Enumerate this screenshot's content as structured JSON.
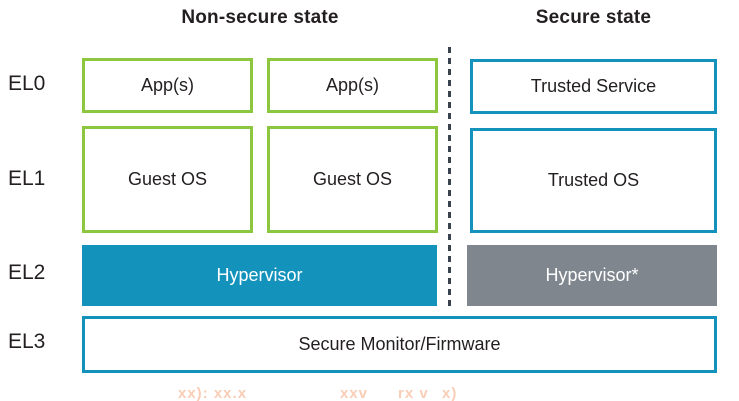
{
  "headers": {
    "non_secure": "Non-secure state",
    "secure": "Secure state"
  },
  "labels": {
    "el0": "EL0",
    "el1": "EL1",
    "el2": "EL2",
    "el3": "EL3"
  },
  "boxes": {
    "app1": "App(s)",
    "app2": "App(s)",
    "trusted_service": "Trusted Service",
    "guest_os1": "Guest OS",
    "guest_os2": "Guest OS",
    "trusted_os": "Trusted OS",
    "hypervisor": "Hypervisor",
    "hypervisor_secure": "Hypervisor*",
    "secure_monitor": "Secure Monitor/Firmware"
  },
  "colors": {
    "non_secure_border": "#8dc63f",
    "secure_border": "#1392bc",
    "hypervisor_fill": "#1392bc",
    "hypervisor_secure_fill": "#7f868e",
    "text": "#231f20",
    "divider_dash": "#3a434d",
    "watermark": "#f9cdb6"
  },
  "watermark": {
    "fragments": [
      "xx): xx.x",
      "",
      "xxv",
      "rx v",
      "x)"
    ]
  }
}
